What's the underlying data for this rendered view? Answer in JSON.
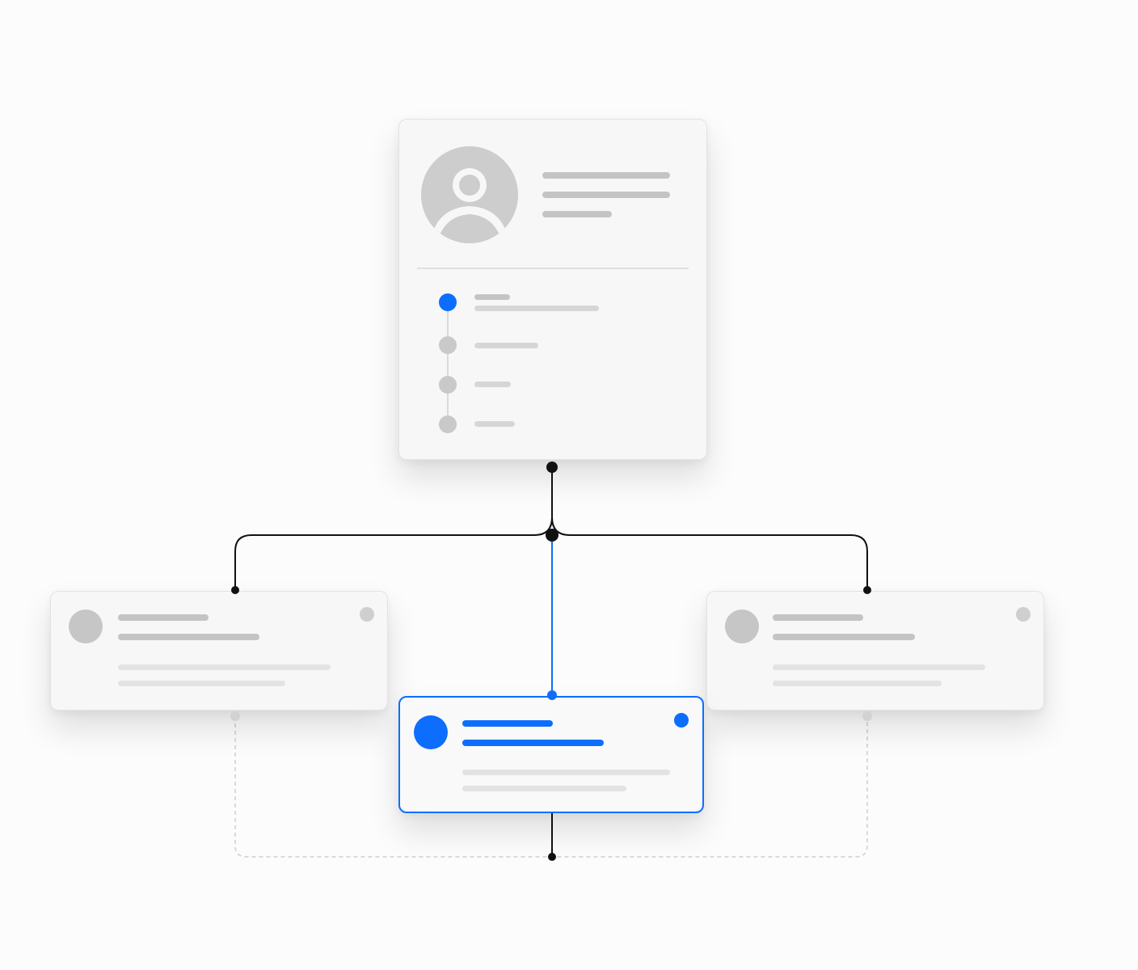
{
  "colors": {
    "accent": "#0d6efd",
    "connector": "#111111",
    "placeholder_dark": "#c4c4c4",
    "placeholder_light": "#e3e3e3",
    "card_background": "#f7f7f7",
    "dashed_link": "#cfcfcf"
  },
  "diagram": {
    "type": "hierarchy",
    "root": {
      "kind": "profile-card",
      "avatar_icon": "user-icon",
      "steps": [
        {
          "state": "active"
        },
        {
          "state": "inactive"
        },
        {
          "state": "inactive"
        },
        {
          "state": "inactive"
        }
      ]
    },
    "children": [
      {
        "id": "left",
        "kind": "person-card",
        "selected": false
      },
      {
        "id": "center",
        "kind": "person-card",
        "selected": true
      },
      {
        "id": "right",
        "kind": "person-card",
        "selected": false
      }
    ],
    "links": [
      {
        "from": "root",
        "to": "left",
        "style": "solid"
      },
      {
        "from": "root",
        "to": "center",
        "style": "solid",
        "highlighted": true
      },
      {
        "from": "root",
        "to": "right",
        "style": "solid"
      },
      {
        "from": "left",
        "to": "right",
        "style": "dashed"
      },
      {
        "from": "center",
        "to": "dashed-link",
        "style": "solid"
      }
    ]
  }
}
